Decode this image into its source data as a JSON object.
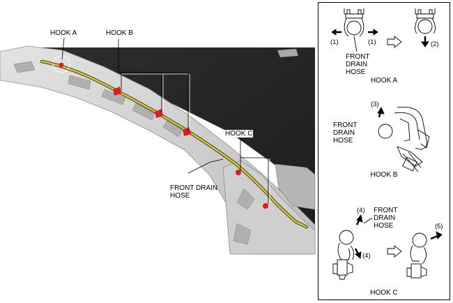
{
  "photo": {
    "callouts": {
      "hook_a": "HOOK A",
      "hook_b": "HOOK B",
      "hook_c": "HOOK C",
      "front_drain_hose": "FRONT DRAIN HOSE"
    }
  },
  "detail_panel": {
    "hook_a": {
      "title": "HOOK A",
      "hose_label": "FRONT DRAIN HOSE",
      "steps": [
        "(1)",
        "(1)",
        "(2)"
      ]
    },
    "hook_b": {
      "title": "HOOK B",
      "hose_label": "FRONT DRAIN HOSE",
      "steps": [
        "(3)"
      ]
    },
    "hook_c": {
      "title": "HOOK C",
      "hose_label": "FRONT DRAIN HOSE",
      "steps": [
        "(4)",
        "(4)",
        "(5)"
      ]
    }
  },
  "colors": {
    "hook_marker": "#d81e1e",
    "hose": "#d9c93a",
    "photo_dark": "#262626",
    "photo_light": "#d6d6d6"
  }
}
